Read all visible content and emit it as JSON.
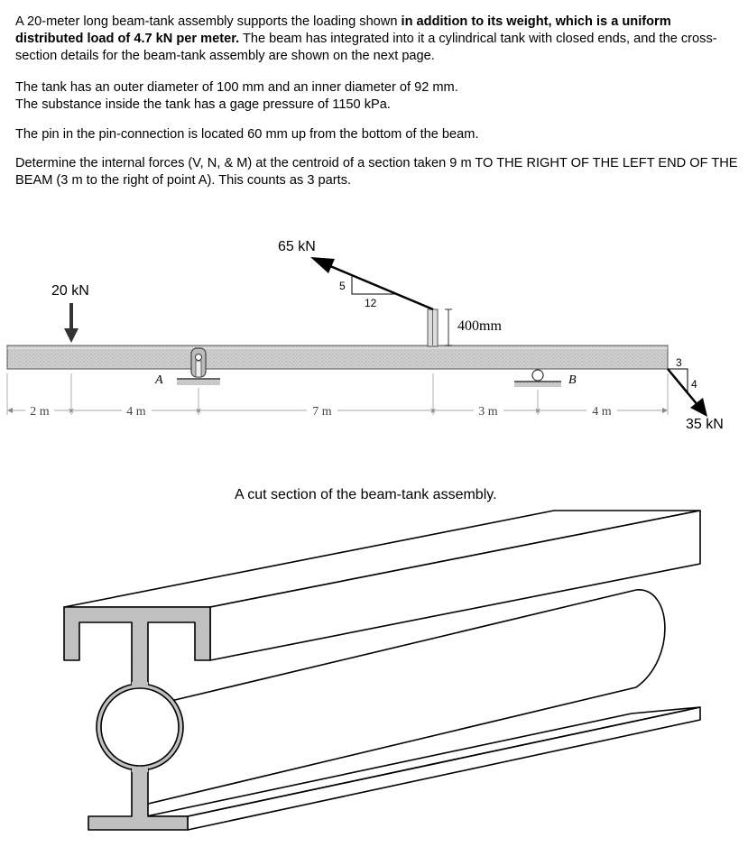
{
  "problem": {
    "p1_a": "A 20-meter long beam-tank assembly supports the loading shown ",
    "p1_b": "in addition to its weight, which is a uniform distributed load of 4.7 kN per meter.",
    "p1_c": "  The beam has integrated into it a cylindrical tank with closed ends, and the cross-section details for the beam-tank assembly are shown on the next page.",
    "p2_l1": "The tank has an outer diameter of 100 mm and an inner diameter of 92 mm.",
    "p2_l2": "The substance inside the tank has a gage pressure of 1150 kPa.",
    "p3": "The pin in the pin-connection is located 60 mm up from the bottom of the beam.",
    "p4": "Determine the internal forces (V, N, & M) at the centroid of a section taken 9 m TO THE RIGHT OF THE LEFT END OF THE BEAM (3 m to the right of point A).  This counts as 3 parts."
  },
  "beam_diagram": {
    "load_20": "20 kN",
    "load_65": "65 kN",
    "slope_rise_65": "5",
    "slope_run_65": "12",
    "post_height": "400mm",
    "point_a": "A",
    "point_b": "B",
    "slope_rise_35": "3",
    "slope_run_35": "4",
    "load_35": "35 kN",
    "dims": [
      "2 m",
      "4 m",
      "7 m",
      "3 m",
      "4 m"
    ]
  },
  "section_caption": "A cut section of the beam-tank assembly.",
  "colors": {
    "beam_fill": "#c8c8c8",
    "section_fill": "#c0c0c0",
    "arrow": "#333333"
  }
}
